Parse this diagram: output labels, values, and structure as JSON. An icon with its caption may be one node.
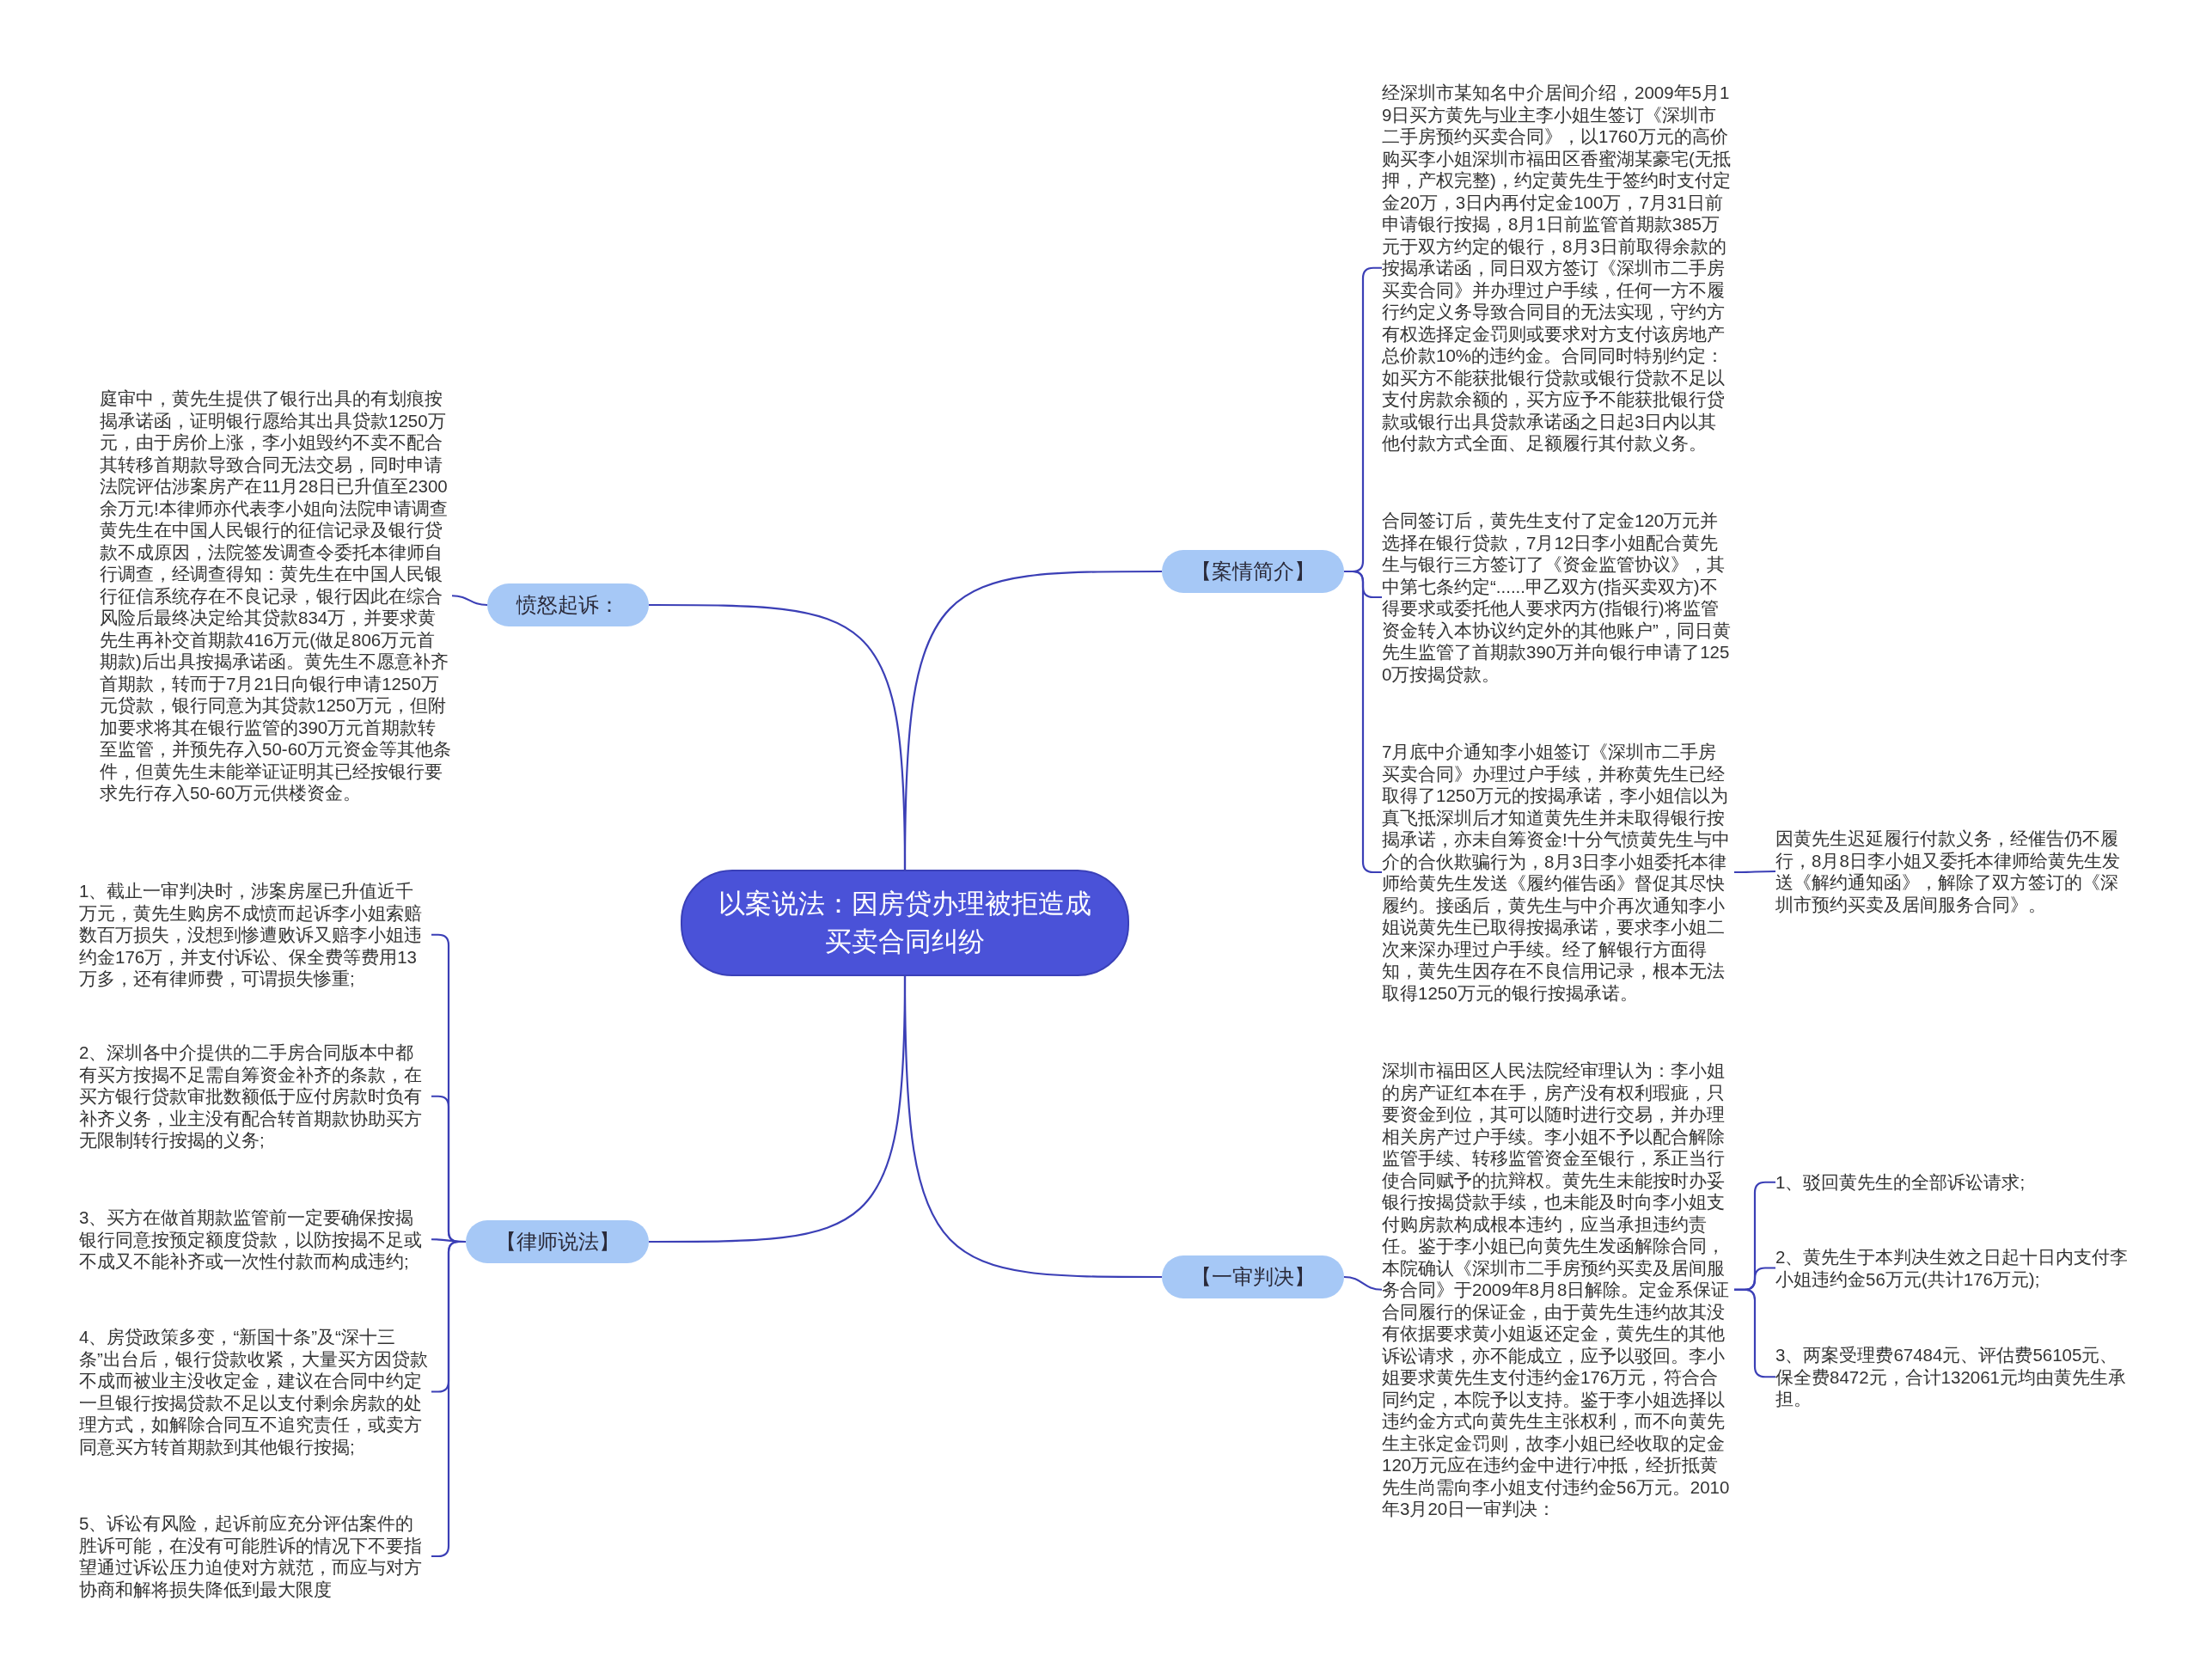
{
  "diagram": {
    "nodes": [
      {
        "text": [
          "以案说法：因房贷办理被拒造成买卖合同纠纷"
        ]
      },
      {
        "text": [
          "【案情简介】"
        ]
      },
      {
        "text": [
          "经深圳市某知名中介居间介绍，2009年5月19日买方黄先与业主李小姐生签订《深圳市二手房预约买卖合同》，以1760万元的高价购买李小姐深圳市福田区香蜜湖某豪宅(无抵押，产权完整)，约定黄先生于签约时支付定金20万，3日内再付定金100万，7月31日前申请银行按揭，8月1日前监管首期款385万元于双方约定的银行，8月3日前取得余款的按揭承诺函，同日双方签订《深圳市二手房买卖合同》并办理过户手续，任何一方不履行约定义务导致合同目的无法实现，守约方有权选择定金罚则或要求对方支付该房地产总价款10%的违约金。合同同时特别约定：如买方不能获批银行贷款或银行贷款不足以支付房款余额的，买方应予不能获批银行贷款或银行出具贷款承诺函之日起3日内以其他付款方式全面、足额履行其付款义务。"
        ]
      },
      {
        "text": [
          "合同签订后，黄先生支付了定金120万元并选择在银行贷款，7月12日李小姐配合黄先生与银行三方签订了《资金监管协议》，其中第七条约定“......甲乙双方(指买卖双方)不得要求或委托他人要求丙方(指银行)将监管资金转入本协议约定外的其他账户”，同日黄先生监管了首期款390万并向银行申请了1250万按揭贷款。"
        ]
      },
      {
        "text": [
          "7月底中介通知李小姐签订《深圳市二手房买卖合同》办理过户手续，并称黄先生已经取得了1250万元的按揭承诺，李小姐信以为真飞抵深圳后才知道黄先生并未取得银行按揭承诺，亦未自筹资金!十分气愤黄先生与中介的合伙欺骗行为，8月3日李小姐委托本律师给黄先生发送《履约催告函》督促其尽快履约。接函后，黄先生与中介再次通知李小姐说黄先生已取得按揭承诺，要求李小姐二次来深办理过户手续。经了解银行方面得知，黄先生因存在不良信用记录，根本无法取得1250万元的银行按揭承诺。"
        ]
      },
      {
        "text": [
          "因黄先生迟延履行付款义务，经催告仍不履行，8月8日李小姐又委托本律师给黄先生发送《解约通知函》，解除了双方签订的《深圳市预约买卖及居间服务合同》。"
        ]
      },
      {
        "text": [
          "【一审判决】"
        ]
      },
      {
        "text": [
          "深圳市福田区人民法院经审理认为：李小姐的房产证红本在手，房产没有权利瑕疵，只要资金到位，其可以随时进行交易，并办理相关房产过户手续。李小姐不予以配合解除监管手续、转移监管资金至银行，系正当行使合同赋予的抗辩权。黄先生未能按时办妥银行按揭贷款手续，也未能及时向李小姐支付购房款构成根本违约，应当承担违约责任。鉴于李小姐已向黄先生发函解除合同，本院确认《深圳市二手房预约买卖及居间服务合同》于2009年8月8日解除。定金系保证合同履行的保证金，由于黄先生违约故其没有依据要求黄小姐返还定金，黄先生的其他诉讼请求，亦不能成立，应予以驳回。李小姐要求黄先生支付违约金176万元，符合合同约定，本院予以支持。鉴于李小姐选择以违约金方式向黄先生主张权利，而不向黄先生主张定金罚则，故李小姐已经收取的定金120万元应在违约金中进行冲抵，经折抵黄先生尚需向李小姐支付违约金56万元。2010年3月20日一审判决："
        ]
      },
      {
        "text": [
          "1、驳回黄先生的全部诉讼请求;"
        ]
      },
      {
        "text": [
          "2、黄先生于本判决生效之日起十日内支付李小姐违约金56万元(共计176万元);"
        ]
      },
      {
        "text": [
          "3、两案受理费67484元、评估费56105元、保全费8472元，合计132061元均由黄先生承担。"
        ]
      },
      {
        "text": [
          "愤怒起诉："
        ]
      },
      {
        "text": [
          "庭审中，黄先生提供了银行出具的有划痕按揭承诺函，证明银行愿给其出具贷款1250万元，由于房价上涨，李小姐毁约不卖不配合其转移首期款导致合同无法交易，同时申请法院评估涉案房产在11月28日已升值至2300余万元!本律师亦代表李小姐向法院申请调查黄先生在中国人民银行的征信记录及银行贷款不成原因，法院签发调查令委托本律师自行调查，经调查得知：黄先生在中国人民银行征信系统存在不良记录，银行因此在综合风险后最终决定给其贷款834万，并要求黄先生再补交首期款416万元(做足806万元首期款)后出具按揭承诺函。黄先生不愿意补齐首期款，转而于7月21日向银行申请1250万元贷款，银行同意为其贷款1250万元，但附加要求将其在银行监管的390万元首期款转至监管，并预先存入50-60万元资金等其他条件，但黄先生未能举证证明其已经按银行要求先行存入50-60万元供楼资金。"
        ]
      },
      {
        "text": [
          "【律师说法】"
        ]
      },
      {
        "text": [
          "1、截止一审判决时，涉案房屋已升值近千万元，黄先生购房不成愤而起诉李小姐索赔数百万损失，没想到惨遭败诉又赔李小姐违约金176万，并支付诉讼、保全费等费用13万多，还有律师费，可谓损失惨重;"
        ]
      },
      {
        "text": [
          "2、深圳各中介提供的二手房合同版本中都有买方按揭不足需自筹资金补齐的条款，在买方银行贷款审批数额低于应付房款时负有补齐义务，业主没有配合转首期款协助买方无限制转行按揭的义务;"
        ]
      },
      {
        "text": [
          "3、买方在做首期款监管前一定要确保按揭银行同意按预定额度贷款，以防按揭不足或不成又不能补齐或一次性付款而构成违约;"
        ]
      },
      {
        "text": [
          "4、房贷政策多变，“新国十条”及“深十三条”出台后，银行贷款收紧，大量买方因贷款不成而被业主没收定金，建议在合同中约定一旦银行按揭贷款不足以支付剩余房款的处理方式，如解除合同互不追究责任，或卖方同意买方转首期款到其他银行按揭;"
        ]
      },
      {
        "text": [
          "5、诉讼有风险，起诉前应充分评估案件的胜诉可能，在没有可能胜诉的情况下不要指望通过诉讼压力迫使对方就范，而应与对方协商和解将损失降低到最大限度"
        ]
      }
    ],
    "edges": [
      {
        "from": 0,
        "to": 1,
        "arrow": "none"
      },
      {
        "from": 1,
        "to": 2,
        "arrow": "none"
      },
      {
        "from": 1,
        "to": 3,
        "arrow": "none"
      },
      {
        "from": 1,
        "to": 4,
        "arrow": "none"
      },
      {
        "from": 4,
        "to": 5,
        "arrow": "none"
      },
      {
        "from": 0,
        "to": 6,
        "arrow": "none"
      },
      {
        "from": 6,
        "to": 7,
        "arrow": "none"
      },
      {
        "from": 7,
        "to": 8,
        "arrow": "none"
      },
      {
        "from": 7,
        "to": 9,
        "arrow": "none"
      },
      {
        "from": 7,
        "to": 10,
        "arrow": "none"
      },
      {
        "from": 0,
        "to": 11,
        "arrow": "none"
      },
      {
        "from": 11,
        "to": 12,
        "arrow": "none"
      },
      {
        "from": 0,
        "to": 13,
        "arrow": "none"
      },
      {
        "from": 13,
        "to": 14,
        "arrow": "none"
      },
      {
        "from": 13,
        "to": 15,
        "arrow": "none"
      },
      {
        "from": 13,
        "to": 16,
        "arrow": "none"
      },
      {
        "from": 13,
        "to": 17,
        "arrow": "none"
      },
      {
        "from": 13,
        "to": 18,
        "arrow": "none"
      }
    ]
  }
}
